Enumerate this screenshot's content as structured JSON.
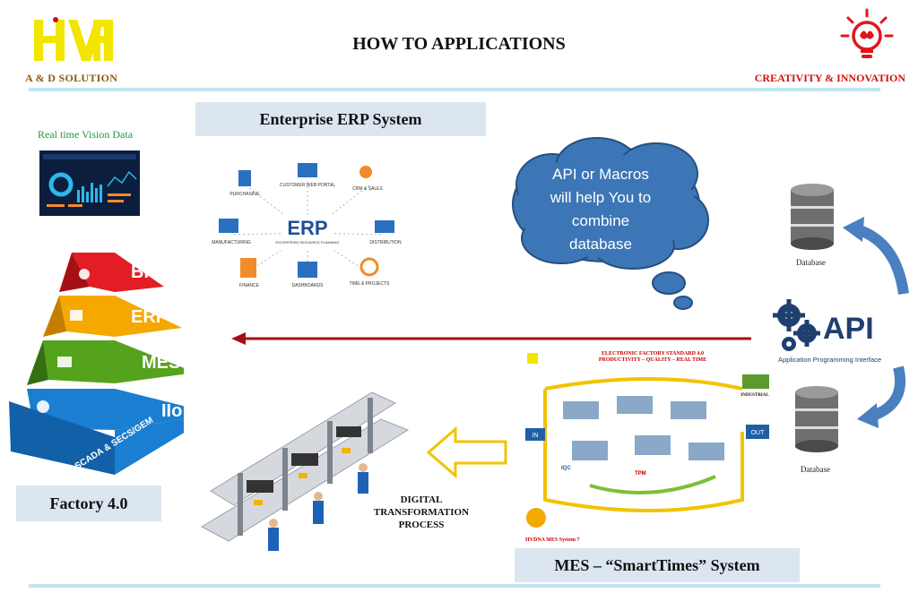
{
  "header": {
    "title": "HOW TO APPLICATIONS",
    "brand_left": "A & D SOLUTION",
    "brand_right": "CREATIVITY & INNOVATION"
  },
  "left_panel": {
    "vision_label": "Real time Vision Data",
    "pyramid_layers": [
      "BI",
      "ERP",
      "MES",
      "IIoT",
      "SCADA & SECS/GEM"
    ],
    "factory_label": "Factory 4.0"
  },
  "erp": {
    "title": "Enterprise ERP System",
    "center_label": "ERP",
    "center_sub": "ENTERPRISE RESOURCE PLANNING",
    "nodes": [
      "PURCHASING",
      "CUSTOMER WEB PORTAL",
      "CRM & SALES",
      "MANUFACTURING",
      "DISTRIBUTION",
      "FINANCE",
      "DASHBOARDS",
      "TIME & PROJECTS"
    ]
  },
  "cloud": {
    "lines": [
      "API or Macros",
      "will help You to",
      "combine",
      "database"
    ]
  },
  "api": {
    "label": "API",
    "sub": "Application Programming Interface",
    "database_top": "Database",
    "database_bottom": "Database"
  },
  "process": {
    "lines": [
      "DIGITAL",
      "TRANSFORMATION",
      "PROCESS"
    ]
  },
  "mes": {
    "title": "MES – “SmartTimes” System",
    "header1": "ELECTRONIC FACTORY STANDARD 4.0",
    "header2": "PRODUCTIVITY – QUALITY – REAL TIME",
    "in_label": "IN",
    "out_label": "OUT",
    "industrial": "INDUSTRIAL",
    "iqc": "IQC",
    "tpm": "TPM",
    "system_label": "HVDNA MES System 7"
  },
  "colors": {
    "accent_blue": "#1f5fa6",
    "red_arrow": "#a50f0f",
    "rule": "#bfe6f0",
    "label_bg": "#dbe6f1",
    "brand_gold": "#8a5a10",
    "brand_red": "#d01010",
    "cloud_blue": "#3d76b6"
  },
  "icons": [
    "bulb-icon",
    "database-icon",
    "gear-icon",
    "arrow-icon"
  ]
}
